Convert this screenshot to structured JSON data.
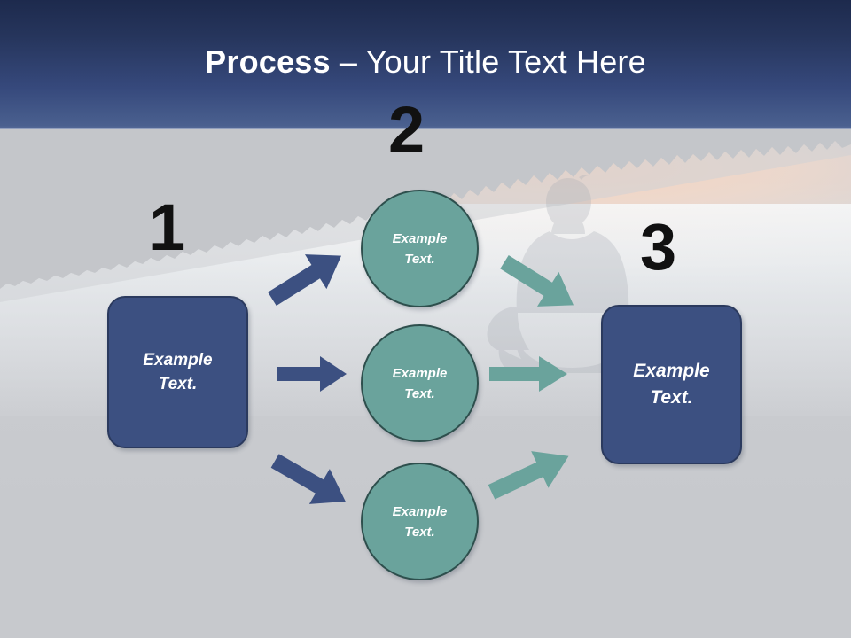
{
  "slide": {
    "title": {
      "bold_part": "Process",
      "separator": " – ",
      "rest": "Your Title Text Here",
      "full": "Process – Your Title Text Here"
    },
    "theme": {
      "header_top_color": "#1d2a4d",
      "header_bottom_color": "#5a6f9c",
      "box_fill": "#3c5081",
      "box_border": "#2b3a5e",
      "circle_fill": "#6aa39c",
      "circle_border": "#2e4f4d",
      "blue_arrow_color": "#3c5081",
      "teal_arrow_color": "#6aa39c",
      "number_color": "#111111",
      "background_color": "#c8cacd",
      "text_color": "#ffffff"
    },
    "steps": [
      {
        "number": "1",
        "label": "step-one"
      },
      {
        "number": "2",
        "label": "step-two"
      },
      {
        "number": "3",
        "label": "step-three"
      }
    ],
    "start_box": {
      "line1": "Example",
      "line2": "Text."
    },
    "middle_circles": [
      {
        "line1": "Example",
        "line2": "Text."
      },
      {
        "line1": "Example",
        "line2": "Text."
      },
      {
        "line1": "Example",
        "line2": "Text."
      }
    ],
    "end_box": {
      "line1": "Example",
      "line2": "Text."
    },
    "arrows": {
      "from_start": [
        {
          "name": "arrow-start-to-circle-top",
          "direction": "up-right",
          "color": "blue"
        },
        {
          "name": "arrow-start-to-circle-middle",
          "direction": "right",
          "color": "blue"
        },
        {
          "name": "arrow-start-to-circle-bottom",
          "direction": "down-right",
          "color": "blue"
        }
      ],
      "to_end": [
        {
          "name": "arrow-circle-top-to-end",
          "direction": "down-right",
          "color": "teal"
        },
        {
          "name": "arrow-circle-middle-to-end",
          "direction": "right",
          "color": "teal"
        },
        {
          "name": "arrow-circle-bottom-to-end",
          "direction": "up-right",
          "color": "teal"
        }
      ]
    },
    "background": {
      "scene": "lake-horizon-treeline-with-meditating-person-silhouette"
    }
  }
}
